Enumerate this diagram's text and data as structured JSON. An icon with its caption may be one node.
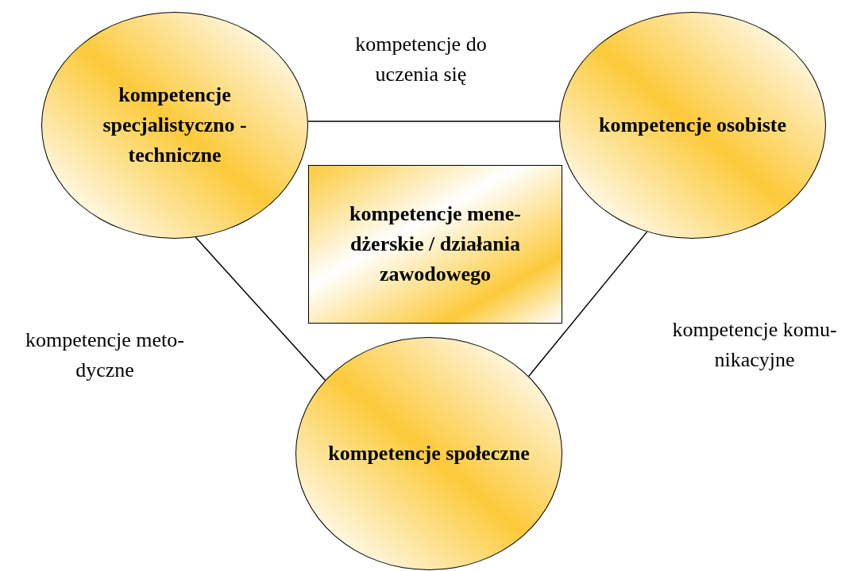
{
  "diagram": {
    "nodes": [
      {
        "text": [
          "kompetencje specjalistyczno - techniczne"
        ]
      },
      {
        "text": [
          "kompetencje osobiste"
        ]
      },
      {
        "text": [
          "kompetencje mene- dżerskie / działania zawodowego"
        ]
      },
      {
        "text": [
          "kompetencje społeczne"
        ]
      }
    ],
    "edges": [
      {
        "from": 0,
        "to": 1,
        "arrow": "none",
        "label": "kompetencje do uczenia się"
      },
      {
        "from": 0,
        "to": 3,
        "arrow": "none",
        "label": "kompetencje meto- dyczne"
      },
      {
        "from": 1,
        "to": 3,
        "arrow": "none",
        "label": "kompetencje komu- nikacyjne"
      }
    ]
  }
}
